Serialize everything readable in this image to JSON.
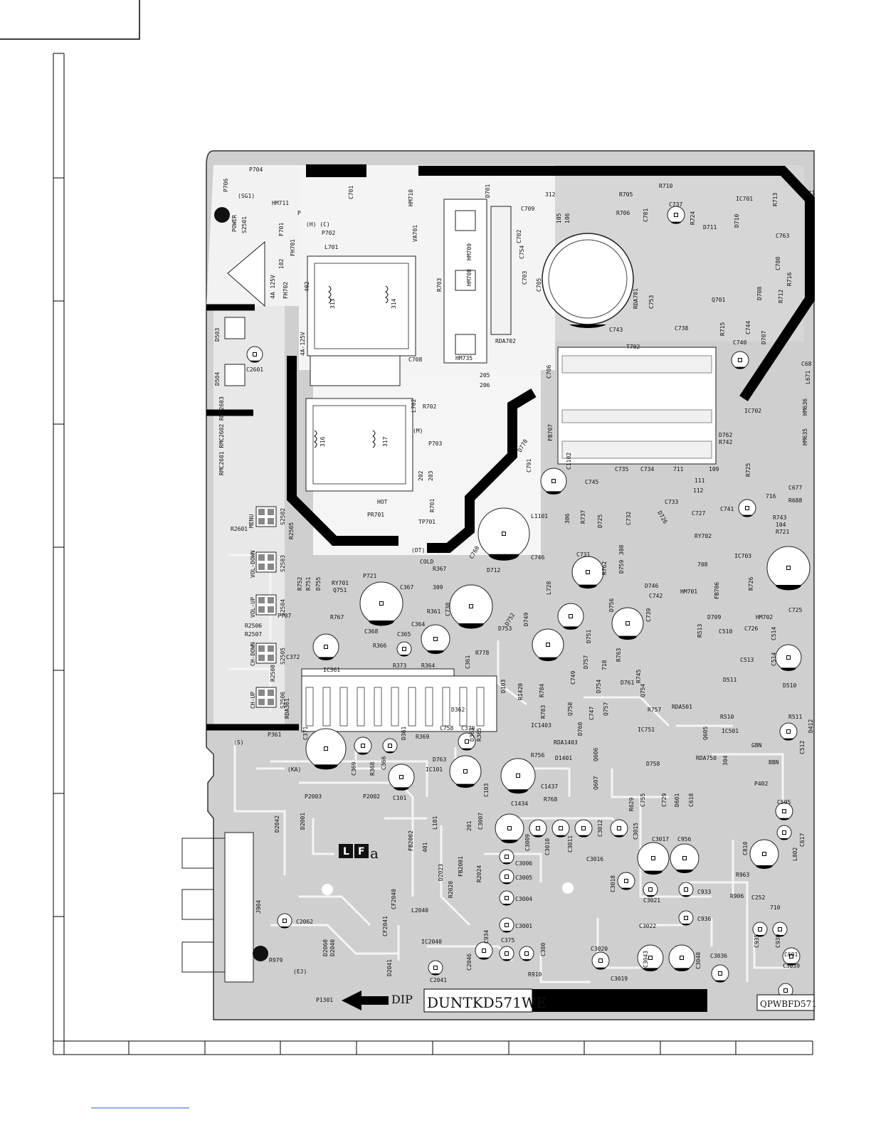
{
  "board": {
    "labels": {
      "sg1": "(SG1)",
      "p704": "P704",
      "p706": "P706",
      "hm711": "HM711",
      "hm710": "HM710",
      "p": "P",
      "h_c": "(H)  (C)",
      "p702": "P702",
      "c701": "C701",
      "va701": "VA701",
      "power": "POWER",
      "s2501": "S2501",
      "f701": "F701",
      "fh701": "FH701",
      "fh702": "FH702",
      "fuse_rating_1": "4A 125V",
      "fuse_rating_2": "4A-125V",
      "l701": "L701",
      "c708": "C708",
      "r703": "R703",
      "hm709": "HM709",
      "hm708": "HM708",
      "hm735": "HM735",
      "d701": "D701",
      "c709": "C709",
      "c702": "C702",
      "c703": "C703",
      "c754": "C754",
      "c705": "C705",
      "rda701": "RDA701",
      "rda702": "RDA702",
      "r705": "R705",
      "r706": "R706",
      "r710": "R710",
      "c737": "C737",
      "c781": "C781",
      "r724": "R724",
      "d711": "D711",
      "d710": "D710",
      "ic701": "IC701",
      "r713": "R713",
      "c763": "C763",
      "c780": "C780",
      "r716": "R716",
      "d708": "D708",
      "r712": "R712",
      "q701": "Q701",
      "c753": "C753",
      "c743": "C743",
      "c738": "C738",
      "r715": "R715",
      "c744": "C744",
      "d707": "D707",
      "c740": "C740",
      "t702": "T702",
      "c706": "C706",
      "d503": "D503",
      "d504": "D504",
      "c2601": "C2601",
      "rmc": "RMC2601 RMC2602 RMC2603",
      "r702": "R702",
      "l702": "L702",
      "m": "(M)",
      "p703": "P703",
      "fb707": "FB707",
      "d770": "D770",
      "c791": "C791",
      "l1101": "L1101",
      "c1102": "C1102",
      "hot": "HOT",
      "pr701": "PR701",
      "tp701": "TP701",
      "r701": "R701",
      "cold": "COLD",
      "dt": "(DT)",
      "p721": "P721",
      "c760": "C760",
      "r367": "R367",
      "c367": "C367",
      "d712": "D712",
      "c746": "C746",
      "c731": "C731",
      "r762": "R762",
      "d759": "D759",
      "c745": "C745",
      "r737": "R737",
      "d725": "D725",
      "c732": "C732",
      "c735": "C735",
      "c734": "C734",
      "c733": "C733",
      "d726": "D726",
      "c727": "C727",
      "c741": "C741",
      "ry702": "RY702",
      "ic703": "IC703",
      "ic702": "IC702",
      "d762": "D762",
      "r742": "R742",
      "r725": "R725",
      "hm636": "HM636",
      "hm635": "HM635",
      "l671": "L671",
      "c677": "C677",
      "r688": "R688",
      "r743": "R743",
      "r721": "R721",
      "menu": "MENU",
      "s2502": "S2502",
      "r2601": "R2601",
      "r2505": "R2505",
      "vol_down": "VOL-DOWN",
      "s2503": "S2503",
      "r752": "R752",
      "r751": "R751",
      "d755": "D755",
      "ry701": "RY701",
      "q751": "Q751",
      "vol_up": "VOL-UP",
      "s2504": "S2504",
      "p707": "P707",
      "r767": "R767",
      "r2506": "R2506",
      "r2507": "R2507",
      "ch_down": "CH-DOWN",
      "s2505": "S2505",
      "c372": "C372",
      "r2508": "R2508",
      "ch_up": "CH-UP",
      "s2506": "S2506",
      "rda361": "RDA361",
      "ic361": "IC361",
      "c368": "C368",
      "c365": "C365",
      "r366": "R366",
      "r373": "R373",
      "r364": "R364",
      "c364": "C364",
      "r361": "R361",
      "c730": "C730",
      "c361": "C361",
      "r778": "R778",
      "d752": "D752",
      "d753": "D753",
      "d749": "D749",
      "l728": "L728",
      "d756": "D756",
      "c739": "C739",
      "d751": "D751",
      "d757": "D757",
      "r763": "R763",
      "r745": "R745",
      "q754": "Q754",
      "d754": "D754",
      "d761": "D761",
      "c749": "C749",
      "q758": "Q758",
      "r784": "R784",
      "r783": "R783",
      "c747": "C747",
      "q757": "Q757",
      "d760": "D760",
      "r757": "R757",
      "rda501": "RDA501",
      "r510": "R510",
      "ic501": "IC501",
      "q605": "Q605",
      "r511": "R511",
      "d412": "D412",
      "c512": "C512",
      "gbn": "GBN",
      "bbn": "BBN",
      "d746": "D746",
      "c742": "C742",
      "hm701": "HM701",
      "fb706": "FB706",
      "r726": "R726",
      "hm702": "HM702",
      "c725": "C725",
      "d709": "D709",
      "r513": "R513",
      "c510": "C510",
      "c726": "C726",
      "c514": "C514",
      "c513": "C513",
      "d511": "D511",
      "d510": "D510",
      "d103": "D103",
      "r1420": "R1420",
      "ic1403": "IC1403",
      "d362": "D362",
      "d363": "D363",
      "r365": "R365",
      "c370": "C370",
      "c758": "C758",
      "r369": "R369",
      "d361": "D361",
      "d763": "D763",
      "p361": "P361",
      "s": "(S)",
      "c371": "C371",
      "c369": "C369",
      "r368": "R368",
      "c366": "C366",
      "ka": "(KA)",
      "p2003": "P2003",
      "p2002": "P2002",
      "c101": "C101",
      "ic101": "IC101",
      "c103": "C103",
      "rda1403": "RDA1403",
      "r756": "R756",
      "d1401": "D1401",
      "c1434": "C1434",
      "c1437": "C1437",
      "r768": "R768",
      "q607": "Q607",
      "q606": "Q606",
      "ic751": "IC751",
      "d758": "D758",
      "rda750": "RDA750",
      "r629": "R629",
      "c755": "C755",
      "c729": "C729",
      "d601": "D601",
      "c618": "C618",
      "p402": "P402",
      "c505": "C505",
      "c617": "C617",
      "c810": "C810",
      "l802": "L802",
      "r963": "R963",
      "r906": "R906",
      "c252": "C252",
      "d2042": "D2042",
      "d2001": "D2001",
      "fb2002": "FB2002",
      "l101": "L101",
      "fb2001": "FB2001",
      "c3007": "C3007",
      "c3009": "C3009",
      "c3010": "C3010",
      "c3011": "C3011",
      "c3012": "C3012",
      "c3015": "C3015",
      "c3017": "C3017",
      "c956": "C956",
      "c3016": "C3016",
      "c3006": "C3006",
      "c3005": "C3005",
      "c3004": "C3004",
      "c3001": "C3001",
      "r2024": "R2024",
      "r2028": "R2028",
      "d2023": "D2023",
      "c3018": "C3018",
      "c3021": "C3021",
      "c933": "C933",
      "c936": "C936",
      "c3022": "C3022",
      "j904": "J904",
      "c2062": "C2062",
      "cf2041": "CF2041",
      "cf2040": "CF2040",
      "l2040": "L2040",
      "ic2040": "IC2040",
      "c934": "C934",
      "c375": "C375",
      "c380": "C380",
      "c2046": "C2046",
      "c2041": "C2041",
      "d2041": "D2041",
      "d2060": "D2060",
      "d2040": "D2040",
      "r979": "R979",
      "ej": "(EJ)",
      "p1301": "P1301",
      "r910": "R910",
      "c3020": "C3020",
      "c3043": "C3043",
      "c3040": "C3040",
      "c3036": "C3036",
      "c3019": "C3019",
      "c935": "C935",
      "c930": "C930",
      "c601": "C601",
      "c3039": "C3039",
      "dip": "DIP",
      "dunt": "DUNTKD571WE",
      "qpwb": "QPWBFD571",
      "lfa": "a",
      "hm7": "HM71",
      "c68": "C68",
      "t316": "316",
      "t317": "317",
      "t313": "313",
      "t314": "314",
      "n102": "102",
      "n402": "402",
      "n205": "205",
      "n206": "206",
      "n202": "202",
      "n203": "203",
      "n312": "312",
      "n105": "105",
      "n106": "106",
      "n711": "711",
      "n109": "109",
      "n111": "111",
      "n112": "112",
      "n306": "306",
      "n716": "716",
      "n104": "104",
      "n708": "708",
      "n309": "309",
      "n201": "201",
      "n401": "401",
      "n710": "710",
      "n304": "304",
      "n308": "308",
      "n718": "718"
    }
  }
}
